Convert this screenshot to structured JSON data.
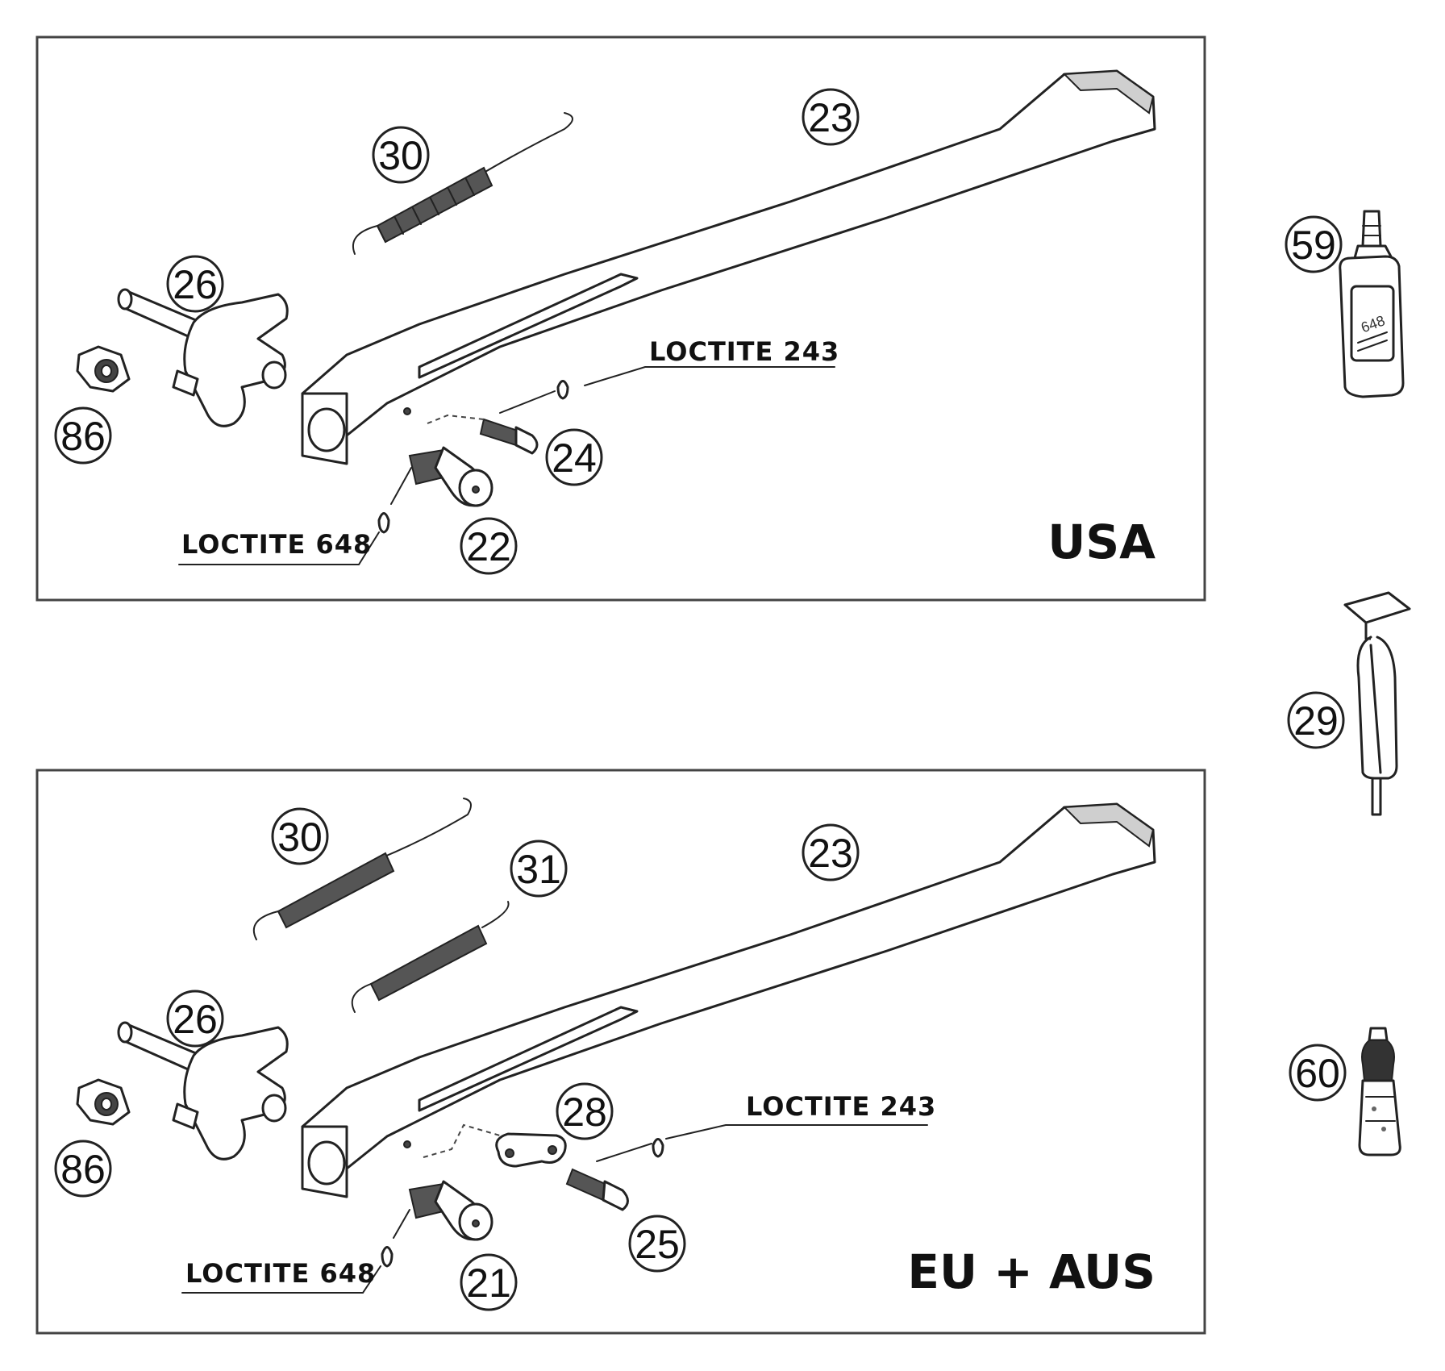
{
  "panels": {
    "usa": {
      "region_label": "USA",
      "callouts": [
        "30",
        "23",
        "26",
        "86",
        "24",
        "22"
      ],
      "loctite_upper": "LOCTITE 243",
      "loctite_lower": "LOCTITE 648"
    },
    "eu_aus": {
      "region_label": "EU + AUS",
      "callouts": [
        "30",
        "31",
        "23",
        "26",
        "86",
        "28",
        "25",
        "21"
      ],
      "loctite_upper": "LOCTITE 243",
      "loctite_lower": "LOCTITE 648"
    }
  },
  "accessories": {
    "bottle_number": "59",
    "bottle_label": "648",
    "tool_number": "29",
    "vial_number": "60"
  }
}
